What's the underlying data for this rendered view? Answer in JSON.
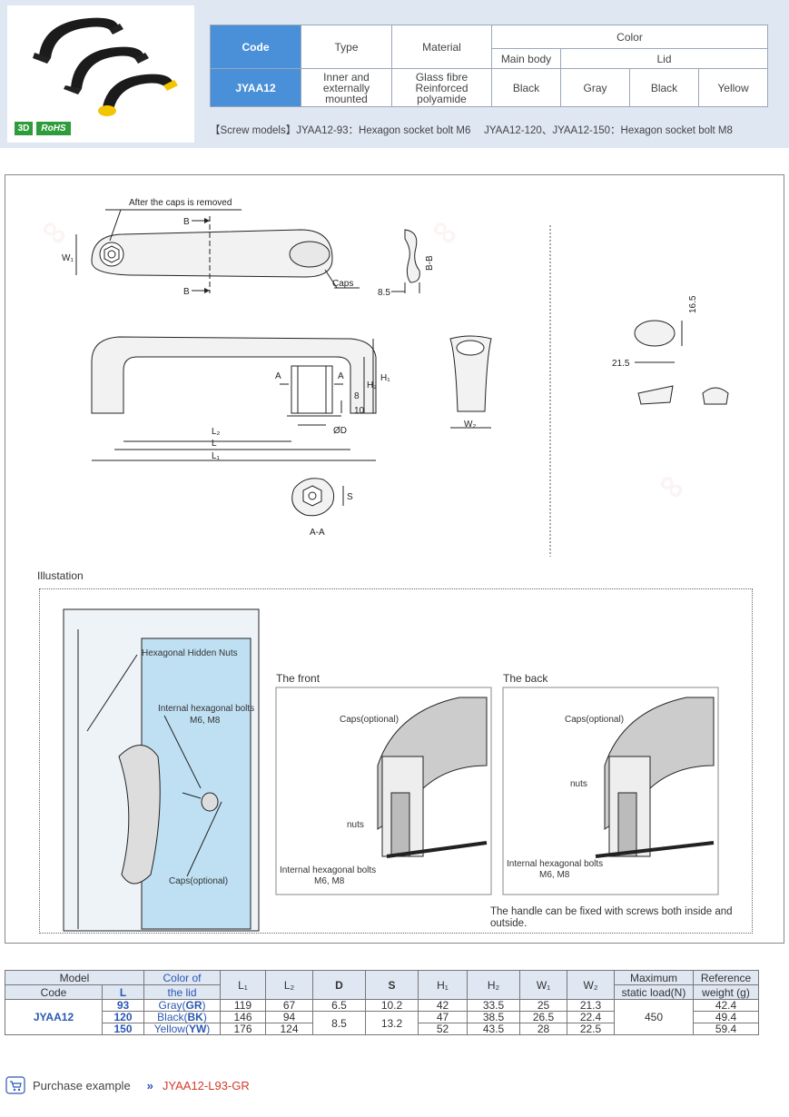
{
  "header": {
    "badges": {
      "three_d": "3D",
      "rohs": "RoHS"
    },
    "spec_table": {
      "code_header": "Code",
      "type_header": "Type",
      "material_header": "Material",
      "color_header": "Color",
      "main_body_header": "Main body",
      "lid_header": "Lid",
      "code_value": "JYAA12",
      "type_value": "Inner and externally mounted",
      "material_value": "Glass fibre Reinforced polyamide",
      "main_body_value": "Black",
      "lid_values": [
        "Gray",
        "Black",
        "Yellow"
      ]
    },
    "screw_note": "【Screw models】JYAA12-93：Hexagon socket bolt M6　 JYAA12-120、JYAA12-150：Hexagon socket bolt M8"
  },
  "drawing": {
    "labels": {
      "caps_removed": "After the caps is removed",
      "caps": "Caps",
      "b": "B",
      "bb": "B-B",
      "w1": "W₁",
      "a": "A",
      "aa": "A-A",
      "h1": "H₁",
      "h2": "H₂",
      "w2": "W₂",
      "l": "L",
      "l1": "L₁",
      "l2": "L₂",
      "od": "ØD",
      "s": "S",
      "dim_8_5": "8.5",
      "dim_8": "8",
      "dim_10": "10",
      "dim_16_5": "16.5",
      "dim_21_5": "21.5"
    },
    "illustration": {
      "title": "Illustation",
      "hex_nuts": "Hexagonal Hidden Nuts",
      "internal_bolts": "Internal hexagonal bolts",
      "bolt_sizes": "M6, M8",
      "caps_optional": "Caps(optional)",
      "front_title": "The front",
      "back_title": "The back",
      "nuts": "nuts",
      "fix_note": "The handle can be fixed with screws both inside and outside."
    }
  },
  "data_table": {
    "headers": {
      "model": "Model",
      "code": "Code",
      "l": "L",
      "color_of": "Color of",
      "the_lid": "the lid",
      "l1": "L₁",
      "l2": "L₂",
      "d": "D",
      "s": "S",
      "h1": "H₁",
      "h2": "H₂",
      "w1": "W₁",
      "w2": "W₂",
      "max_load_1": "Maximum",
      "max_load_2": "static load(N)",
      "ref_weight_1": "Reference",
      "ref_weight_2": "weight (g)"
    },
    "code": "JYAA12",
    "max_load": "450",
    "d_small": "6.5",
    "d_large": "8.5",
    "s_small": "10.2",
    "s_large": "13.2",
    "rows": [
      {
        "l": "93",
        "lid": "Gray",
        "lid_code": "GR",
        "l1": "119",
        "l2": "67",
        "h1": "42",
        "h2": "33.5",
        "w1": "25",
        "w2": "21.3",
        "weight": "42.4"
      },
      {
        "l": "120",
        "lid": "Black",
        "lid_code": "BK",
        "l1": "146",
        "l2": "94",
        "h1": "47",
        "h2": "38.5",
        "w1": "26.5",
        "w2": "22.4",
        "weight": "49.4"
      },
      {
        "l": "150",
        "lid": "Yellow",
        "lid_code": "YW",
        "l1": "176",
        "l2": "124",
        "h1": "52",
        "h2": "43.5",
        "w1": "28",
        "w2": "22.5",
        "weight": "59.4"
      }
    ]
  },
  "purchase": {
    "label": "Purchase example",
    "arrows": "»",
    "example": "JYAA12-L93-GR"
  }
}
